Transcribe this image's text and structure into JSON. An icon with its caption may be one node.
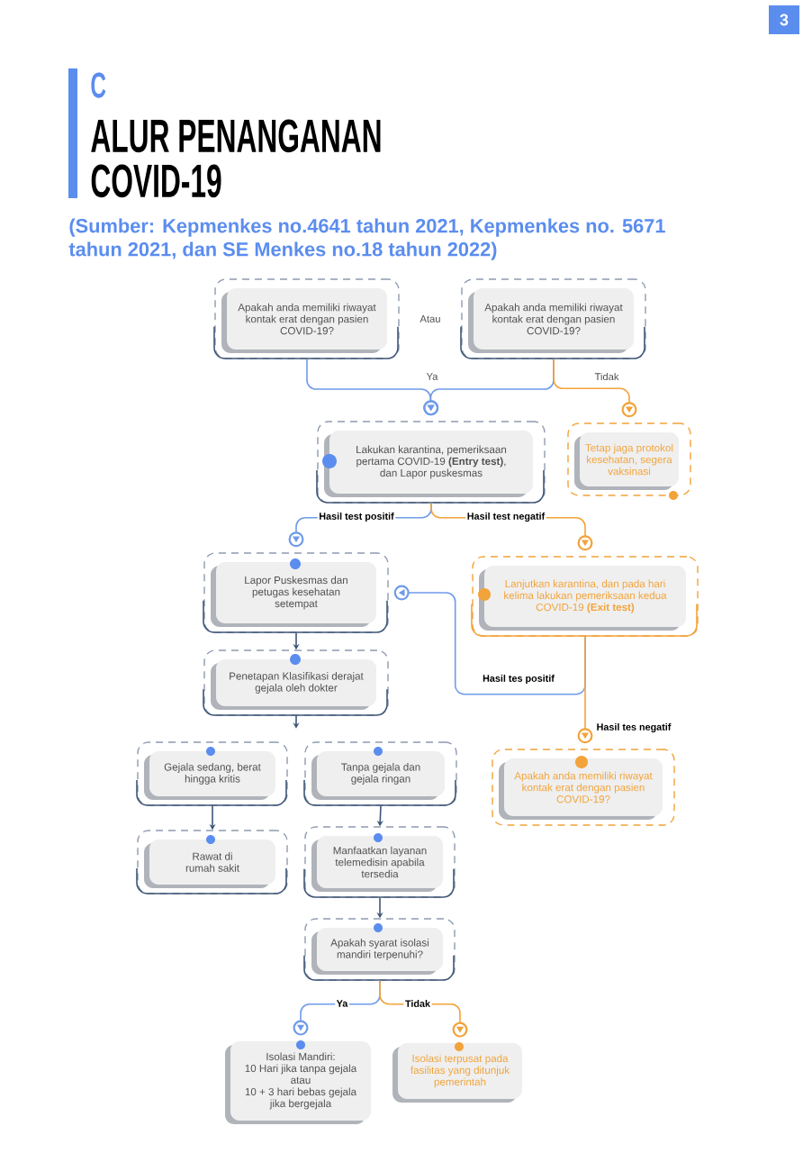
{
  "diagram": {
    "title": "ALUR PENANGANAN COVID-19",
    "nodes": [
      {
        "text": [
          "Apakah anda memiliki riwayat kontak erat dengan pasien COVID-19?"
        ]
      },
      {
        "text": [
          "Apakah anda memiliki riwayat kontak erat dengan pasien COVID-19?"
        ]
      },
      {
        "text": [
          "Lakukan karantina, pemeriksaan pertama COVID-19 **(Entry test)**, dan Lapor puskesmas"
        ]
      },
      {
        "text": [
          "Tetap jaga protokol kesehatan, segera vaksinasi"
        ]
      },
      {
        "text": [
          "Lapor Puskesmas dan petugas kesehatan setempat"
        ]
      },
      {
        "text": [
          "Lanjutkan karantina, dan pada hari kelima lakukan pemeriksaan kedua COVID-19 **(Exit test)**"
        ]
      },
      {
        "text": [
          "Penetapan Klasifikasi derajat gejala oleh dokter"
        ]
      },
      {
        "text": [
          "Gejala sedang, berat hingga kritis"
        ]
      },
      {
        "text": [
          "Tanpa gejala dan gejala ringan"
        ]
      },
      {
        "text": [
          "Apakah anda memiliki riwayat kontak erat dengan pasien COVID-19?"
        ]
      },
      {
        "text": [
          "Rawat di rumah sakit"
        ]
      },
      {
        "text": [
          "Manfaatkan layanan telemedisin apabila tersedia"
        ]
      },
      {
        "text": [
          "Apakah syarat isolasi mandiri terpenuhi?"
        ]
      },
      {
        "text": [
          "Isolasi Mandiri:",
          "10 Hari jika tanpa gejala",
          "atau",
          "10 + 3 hari bebas gejala jika bergejala"
        ]
      },
      {
        "text": [
          "Isolasi terpusat pada fasilitas yang ditunjuk pemerintah"
        ]
      }
    ],
    "edges": [
      {
        "from": 0,
        "to": 2,
        "arrow": "to",
        "label": "Ya"
      },
      {
        "from": 1,
        "to": 2,
        "arrow": "to"
      },
      {
        "from": 1,
        "to": 3,
        "arrow": "to",
        "label": "Tidak",
        "color": "#f2a33a"
      },
      {
        "from": 2,
        "to": 4,
        "arrow": "to",
        "label": "Hasil test positif"
      },
      {
        "from": 2,
        "to": 5,
        "arrow": "to",
        "label": "Hasil test negatif",
        "color": "#f2a33a"
      },
      {
        "from": 4,
        "to": 6,
        "arrow": "to",
        "color": "#3f5677"
      },
      {
        "from": 5,
        "to": 4,
        "arrow": "to",
        "label": "Hasil tes positif"
      },
      {
        "from": 5,
        "to": 9,
        "arrow": "to",
        "label": "Hasil tes negatif",
        "color": "#f2a33a"
      },
      {
        "from": 6,
        "to": null,
        "arrow": "to",
        "color": "#3f5677"
      },
      {
        "from": 7,
        "to": 10,
        "arrow": "to",
        "color": "#3f5677"
      },
      {
        "from": 8,
        "to": 11,
        "arrow": "to",
        "color": "#3f5677"
      },
      {
        "from": 11,
        "to": 12,
        "arrow": "to",
        "color": "#3f5677"
      },
      {
        "from": 12,
        "to": 13,
        "arrow": "to",
        "label": "Ya"
      },
      {
        "from": 12,
        "to": 14,
        "arrow": "to",
        "label": "Tidak",
        "color": "#f2a33a"
      }
    ],
    "labels": [
      "3",
      "C",
      "(Sumber: Kepmenkes no.4641 tahun 2021, Kepmenkes no. 5671 tahun 2021, dan SE Menkes no.18 tahun 2022)",
      "Atau"
    ]
  }
}
